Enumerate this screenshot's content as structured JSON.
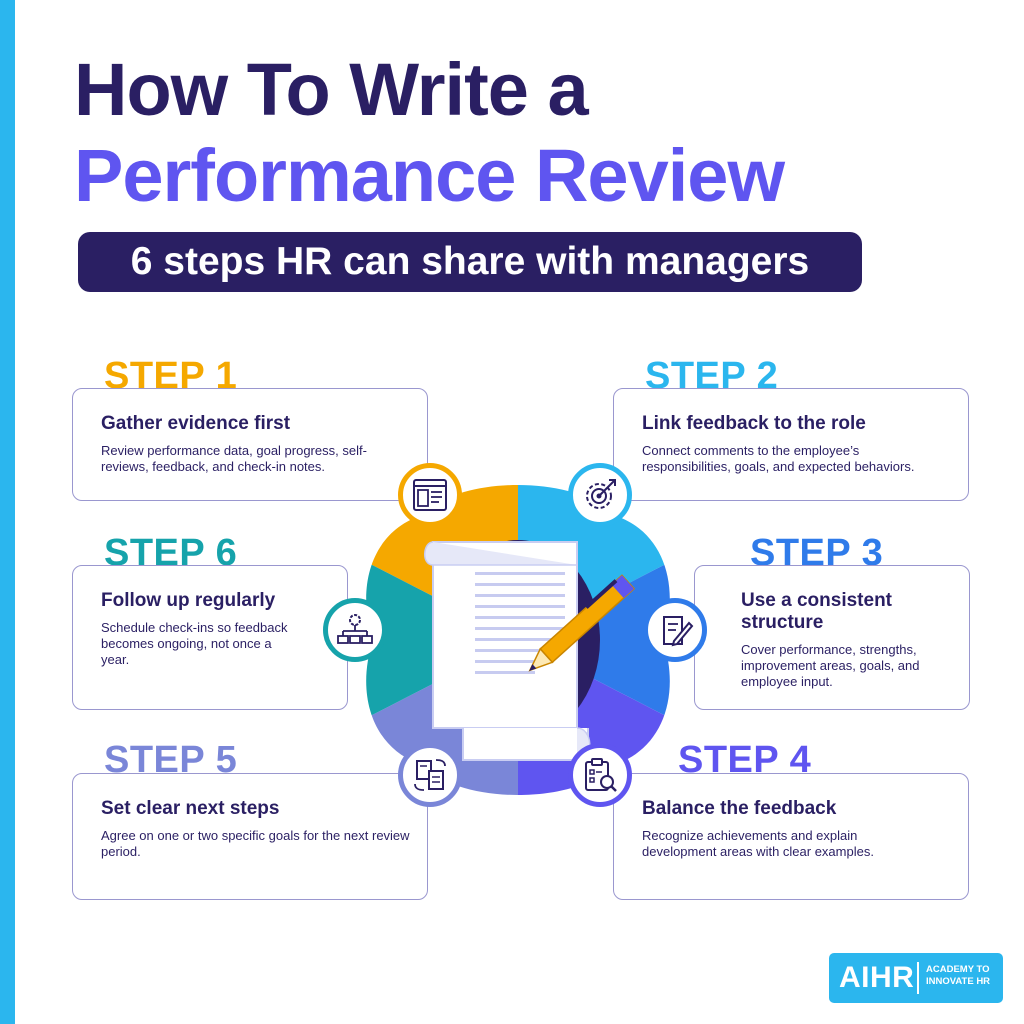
{
  "header": {
    "title_line1": "How To Write a",
    "title_line2": "Performance Review",
    "subtitle": "6 steps HR can share with managers"
  },
  "steps": [
    {
      "label": "STEP 1",
      "title": "Gather evidence first",
      "desc": "Review performance data, goal progress, self-reviews, feedback, and check-in notes.",
      "color": "#f5a800",
      "icon": "website-document-icon"
    },
    {
      "label": "STEP 2",
      "title": "Link feedback to the role",
      "desc": "Connect comments to the employee’s responsibilities, goals, and expected behaviors.",
      "color": "#2bb6ee",
      "icon": "gear-target-icon"
    },
    {
      "label": "STEP 3",
      "title": "Use a consistent structure",
      "desc": "Cover performance, strengths, improvement areas, goals, and employee input.",
      "color": "#2f7bea",
      "icon": "form-pencil-icon"
    },
    {
      "label": "STEP 4",
      "title": "Balance the feedback",
      "desc": "Recognize achievements and explain development areas with clear examples.",
      "color": "#5f55f0",
      "icon": "clipboard-search-icon"
    },
    {
      "label": "STEP 5",
      "title": "Set clear next steps",
      "desc": "Agree on one or two specific goals for the next review period.",
      "color": "#7a86d8",
      "icon": "documents-exchange-icon"
    },
    {
      "label": "STEP 6",
      "title": "Follow up regularly",
      "desc": "Schedule check-ins so feedback becomes ongoing, not once a year.",
      "color": "#16a3ab",
      "icon": "gear-network-icon"
    }
  ],
  "center_icon": "document-pen-icon",
  "logo": {
    "short": "AIHR",
    "line1": "ACADEMY TO",
    "line2": "INNOVATE HR"
  },
  "colors": {
    "navy": "#2a1f63",
    "purple": "#5f55f0",
    "sky": "#2bb6ee",
    "card_border": "#9a97cf"
  }
}
